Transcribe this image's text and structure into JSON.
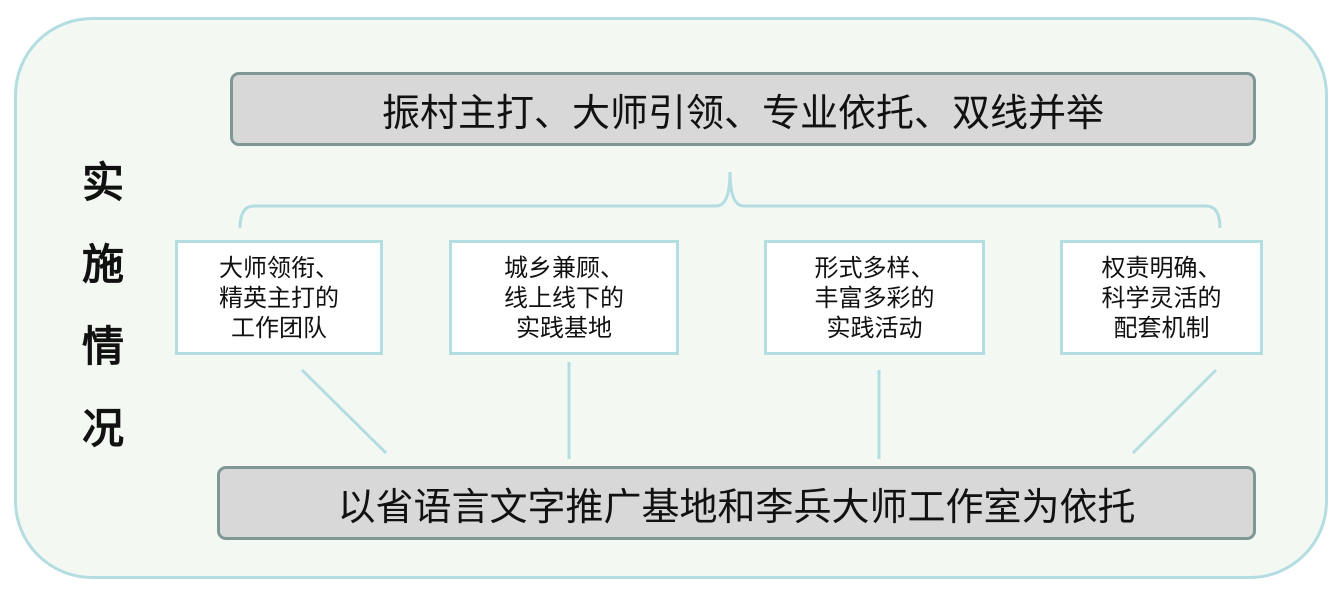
{
  "side_title": [
    "实",
    "施",
    "情",
    "况"
  ],
  "top_banner": "振村主打、大师引领、专业依托、双线并举",
  "cards": [
    {
      "lines": [
        "大师领衔、",
        "精英主打的",
        "工作团队"
      ]
    },
    {
      "lines": [
        "城乡兼顾、",
        "线上线下的",
        "实践基地"
      ]
    },
    {
      "lines": [
        "形式多样、",
        "丰富多彩的",
        "实践活动"
      ]
    },
    {
      "lines": [
        "权责明确、",
        "科学灵活的",
        "配套机制"
      ]
    }
  ],
  "bottom_banner": "以省语言文字推广基地和李兵大师工作室为依托",
  "colors": {
    "panel_background": "#f3f8f3",
    "panel_border": "#b3dde1",
    "banner_fill": "#d8d8d8",
    "banner_border": "#7f9795",
    "connector": "#b3dde1"
  }
}
